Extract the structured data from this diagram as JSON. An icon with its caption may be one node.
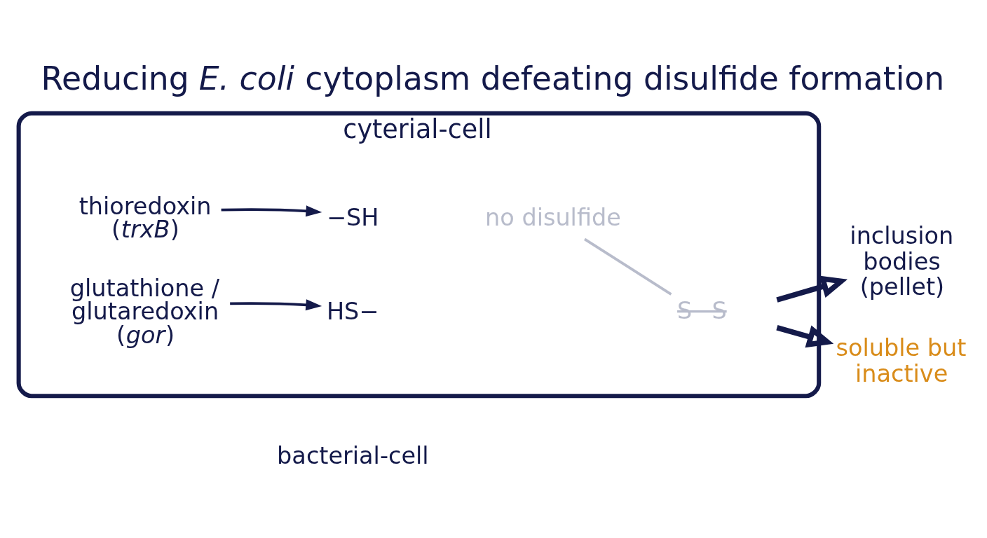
{
  "diagram": {
    "title": "Reducing *E. coli* cytoplasm defeating disulfide formation",
    "nodes": [
      {
        "text": [
          "cyterial-cell"
        ],
        "beside": [
          "bacterial-cell"
        ]
      },
      {
        "text": [
          "thioredoxin (*trxB*)"
        ],
        "in": 0
      },
      {
        "text": [
          "glutathione / glutaredoxin (*gor*)"
        ],
        "in": 0
      },
      {
        "text": [
          "−SH"
        ],
        "in": 0
      },
      {
        "text": [
          "HS−"
        ],
        "in": 0
      },
      {
        "text": [
          "S−S"
        ],
        "in": 0
      },
      {
        "text": [
          "no disulfide"
        ],
        "in": 0
      },
      {
        "text": [
          "inclusion bodies (pellet)"
        ]
      },
      {
        "text": [
          "soluble but inactive"
        ]
      }
    ],
    "edges": [
      {
        "from": 1,
        "to": 3,
        "arrow": "to"
      },
      {
        "from": 2,
        "to": 4,
        "arrow": "to"
      },
      {
        "from": null,
        "to": 7,
        "arrow": "to",
        "style": "thick"
      },
      {
        "from": null,
        "to": 8,
        "arrow": "to",
        "style": "thick"
      },
      {
        "from": 6,
        "to": 5,
        "arrow": "none",
        "color": "#b8bccb"
      }
    ]
  }
}
